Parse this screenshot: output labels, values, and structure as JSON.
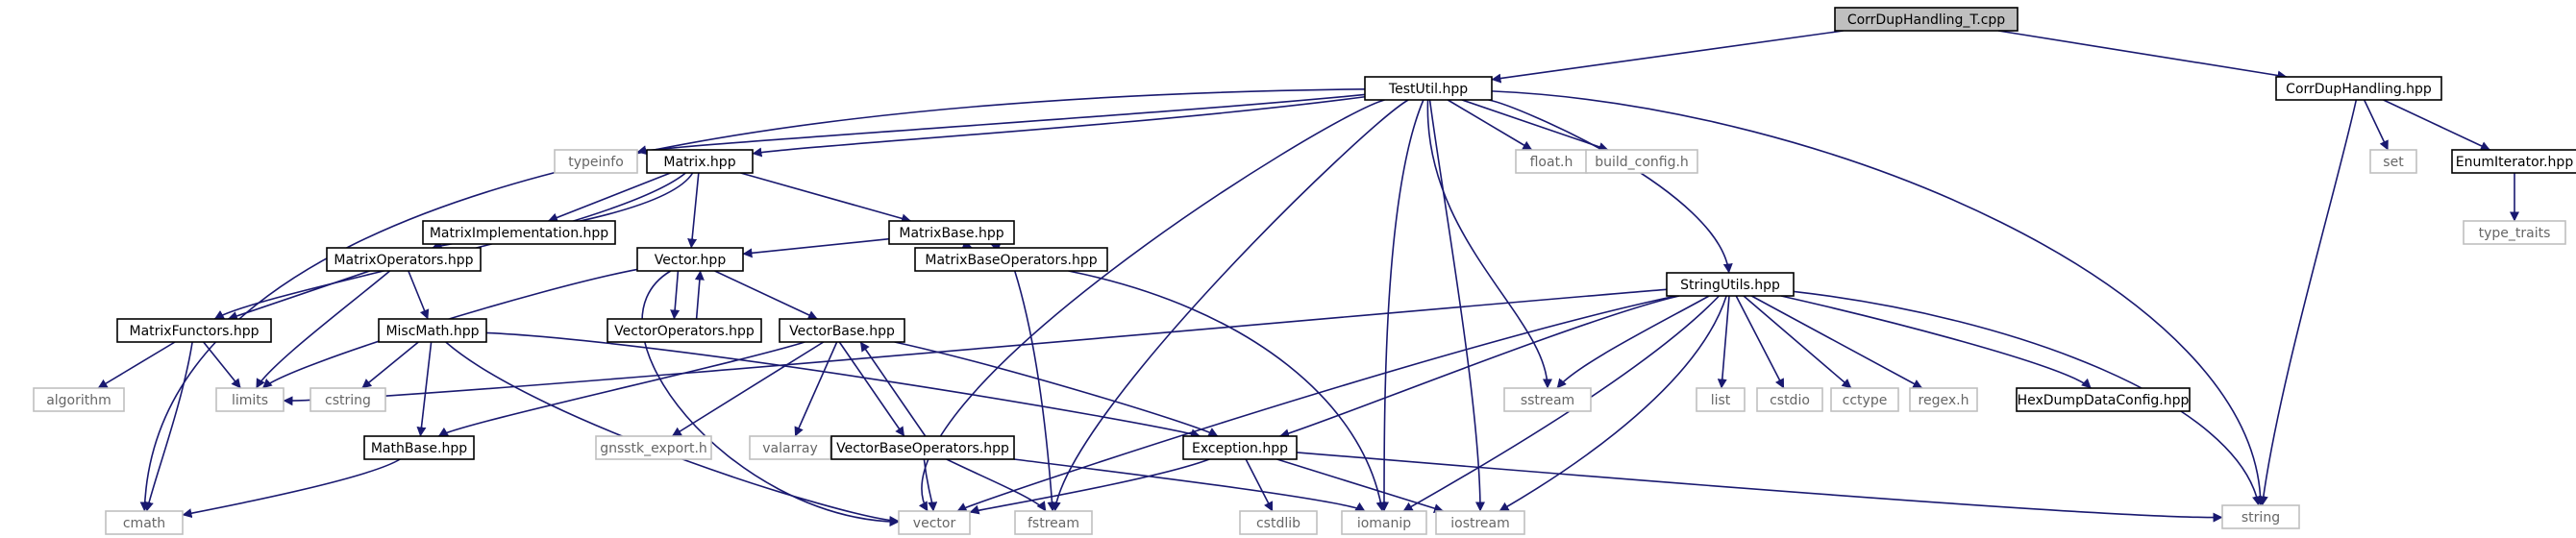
{
  "diagram": {
    "colors": {
      "edge": "#191970",
      "root_fill": "#bfbfbf",
      "root_stroke": "#000000",
      "project_stroke": "#000000",
      "system_stroke": "#bfbfbf",
      "node_text": "#000000",
      "system_text": "#666666"
    },
    "nodes": [
      {
        "id": "root",
        "label": "CorrDupHandling_T.cpp",
        "kind": "root"
      },
      {
        "id": "testutil",
        "label": "TestUtil.hpp",
        "kind": "project"
      },
      {
        "id": "corrdup",
        "label": "CorrDupHandling.hpp",
        "kind": "project"
      },
      {
        "id": "typeinfo",
        "label": "typeinfo",
        "kind": "system"
      },
      {
        "id": "matrix",
        "label": "Matrix.hpp",
        "kind": "project"
      },
      {
        "id": "floath",
        "label": "float.h",
        "kind": "system"
      },
      {
        "id": "buildcfg",
        "label": "build_config.h",
        "kind": "system"
      },
      {
        "id": "set",
        "label": "set",
        "kind": "system"
      },
      {
        "id": "enumiter",
        "label": "EnumIterator.hpp",
        "kind": "project"
      },
      {
        "id": "typetraits",
        "label": "type_traits",
        "kind": "system"
      },
      {
        "id": "matriximpl",
        "label": "MatrixImplementation.hpp",
        "kind": "project"
      },
      {
        "id": "matrixbase",
        "label": "MatrixBase.hpp",
        "kind": "project"
      },
      {
        "id": "matrixops",
        "label": "MatrixOperators.hpp",
        "kind": "project"
      },
      {
        "id": "vectorh",
        "label": "Vector.hpp",
        "kind": "project"
      },
      {
        "id": "mbops",
        "label": "MatrixBaseOperators.hpp",
        "kind": "project"
      },
      {
        "id": "matrixfunc",
        "label": "MatrixFunctors.hpp",
        "kind": "project"
      },
      {
        "id": "miscmath",
        "label": "MiscMath.hpp",
        "kind": "project"
      },
      {
        "id": "vectorops",
        "label": "VectorOperators.hpp",
        "kind": "project"
      },
      {
        "id": "vectorbase",
        "label": "VectorBase.hpp",
        "kind": "project"
      },
      {
        "id": "stringutils",
        "label": "StringUtils.hpp",
        "kind": "project"
      },
      {
        "id": "algorithm",
        "label": "algorithm",
        "kind": "system"
      },
      {
        "id": "limits",
        "label": "limits",
        "kind": "system"
      },
      {
        "id": "cstring",
        "label": "cstring",
        "kind": "system"
      },
      {
        "id": "mathbase",
        "label": "MathBase.hpp",
        "kind": "project"
      },
      {
        "id": "gnsstk",
        "label": "gnsstk_export.h",
        "kind": "system"
      },
      {
        "id": "valarray",
        "label": "valarray",
        "kind": "system"
      },
      {
        "id": "vbops",
        "label": "VectorBaseOperators.hpp",
        "kind": "project"
      },
      {
        "id": "exception",
        "label": "Exception.hpp",
        "kind": "project"
      },
      {
        "id": "sstream",
        "label": "sstream",
        "kind": "system"
      },
      {
        "id": "list",
        "label": "list",
        "kind": "system"
      },
      {
        "id": "cstdio",
        "label": "cstdio",
        "kind": "system"
      },
      {
        "id": "cctype",
        "label": "cctype",
        "kind": "system"
      },
      {
        "id": "regexh",
        "label": "regex.h",
        "kind": "system"
      },
      {
        "id": "hexdump",
        "label": "HexDumpDataConfig.hpp",
        "kind": "project"
      },
      {
        "id": "cmath",
        "label": "cmath",
        "kind": "system"
      },
      {
        "id": "vector",
        "label": "vector",
        "kind": "system"
      },
      {
        "id": "fstream",
        "label": "fstream",
        "kind": "system"
      },
      {
        "id": "cstdlib",
        "label": "cstdlib",
        "kind": "system"
      },
      {
        "id": "iomanip",
        "label": "iomanip",
        "kind": "system"
      },
      {
        "id": "iostream",
        "label": "iostream",
        "kind": "system"
      },
      {
        "id": "string",
        "label": "string",
        "kind": "system"
      }
    ],
    "edges": [
      [
        "root",
        "testutil"
      ],
      [
        "root",
        "corrdup"
      ],
      [
        "testutil",
        "typeinfo"
      ],
      [
        "testutil",
        "matrix"
      ],
      [
        "testutil",
        "floath"
      ],
      [
        "testutil",
        "buildcfg"
      ],
      [
        "testutil",
        "stringutils"
      ],
      [
        "testutil",
        "sstream"
      ],
      [
        "testutil",
        "cmath"
      ],
      [
        "testutil",
        "vector"
      ],
      [
        "testutil",
        "fstream"
      ],
      [
        "testutil",
        "iomanip"
      ],
      [
        "testutil",
        "iostream"
      ],
      [
        "testutil",
        "string"
      ],
      [
        "corrdup",
        "set"
      ],
      [
        "corrdup",
        "enumiter"
      ],
      [
        "corrdup",
        "string"
      ],
      [
        "enumiter",
        "typetraits"
      ],
      [
        "matrix",
        "matriximpl"
      ],
      [
        "matrix",
        "matrixbase"
      ],
      [
        "matrix",
        "matrixops"
      ],
      [
        "matrix",
        "vectorh"
      ],
      [
        "matrix",
        "matrixfunc"
      ],
      [
        "matrixbase",
        "vectorh"
      ],
      [
        "matrixbase",
        "mbops"
      ],
      [
        "mbops",
        "matrixbase"
      ],
      [
        "mbops",
        "fstream"
      ],
      [
        "mbops",
        "iomanip"
      ],
      [
        "matrixops",
        "matrixfunc"
      ],
      [
        "matrixops",
        "miscmath"
      ],
      [
        "matrixops",
        "limits"
      ],
      [
        "vectorh",
        "vectorops"
      ],
      [
        "vectorh",
        "vectorbase"
      ],
      [
        "vectorh",
        "limits"
      ],
      [
        "vectorh",
        "vector"
      ],
      [
        "vectorops",
        "vectorh"
      ],
      [
        "matrixfunc",
        "algorithm"
      ],
      [
        "matrixfunc",
        "limits"
      ],
      [
        "matrixfunc",
        "cmath"
      ],
      [
        "miscmath",
        "mathbase"
      ],
      [
        "miscmath",
        "cstring"
      ],
      [
        "miscmath",
        "exception"
      ],
      [
        "miscmath",
        "vector"
      ],
      [
        "vectorbase",
        "mathbase"
      ],
      [
        "vectorbase",
        "gnsstk"
      ],
      [
        "vectorbase",
        "valarray"
      ],
      [
        "vectorbase",
        "vbops"
      ],
      [
        "vectorbase",
        "exception"
      ],
      [
        "vbops",
        "vectorbase"
      ],
      [
        "vbops",
        "vector"
      ],
      [
        "vbops",
        "fstream"
      ],
      [
        "vbops",
        "iomanip"
      ],
      [
        "mathbase",
        "cmath"
      ],
      [
        "exception",
        "vector"
      ],
      [
        "exception",
        "cstdlib"
      ],
      [
        "exception",
        "iostream"
      ],
      [
        "exception",
        "string"
      ],
      [
        "stringutils",
        "limits"
      ],
      [
        "stringutils",
        "exception"
      ],
      [
        "stringutils",
        "sstream"
      ],
      [
        "stringutils",
        "list"
      ],
      [
        "stringutils",
        "cstdio"
      ],
      [
        "stringutils",
        "cctype"
      ],
      [
        "stringutils",
        "regexh"
      ],
      [
        "stringutils",
        "hexdump"
      ],
      [
        "stringutils",
        "vector"
      ],
      [
        "stringutils",
        "iomanip"
      ],
      [
        "stringutils",
        "iostream"
      ],
      [
        "stringutils",
        "string"
      ]
    ]
  }
}
